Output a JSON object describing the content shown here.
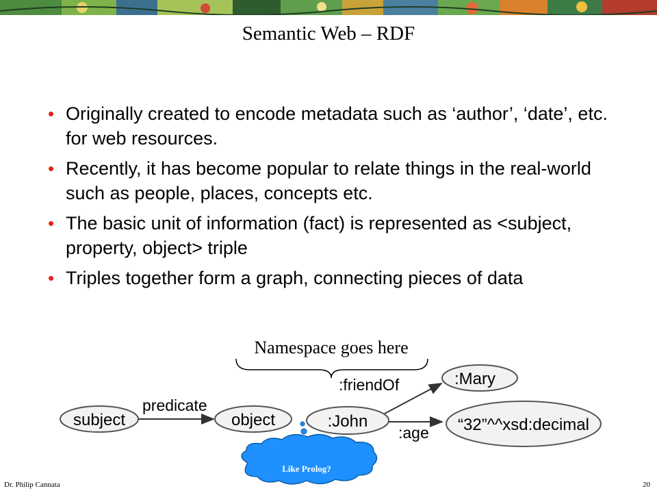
{
  "slide": {
    "title": "Semantic Web – RDF",
    "bullets": [
      "Originally created to encode metadata  such as ‘author’, ‘date’, etc. for web resources.",
      "Recently, it has  become popular to relate things in the real-world such as people, places, concepts etc.",
      "The basic unit of information (fact) is represented as <subject, property, object> triple",
      "Triples together form a graph, connecting pieces of data"
    ],
    "bullet_color": "#e2231a"
  },
  "diagram": {
    "namespace_label": "Namespace  goes here",
    "nodes": {
      "subject": "subject",
      "object": "object",
      "john": ":John",
      "mary": ":Mary",
      "decimal": "“32”^^xsd:decimal"
    },
    "edges": {
      "predicate": "predicate",
      "friend_of": ":friendOf",
      "age": ":age"
    },
    "callout": "Like Prolog?",
    "callout_color": "#1e90ff"
  },
  "footer": {
    "author": "Dr. Philip Cannata",
    "page": "20"
  }
}
